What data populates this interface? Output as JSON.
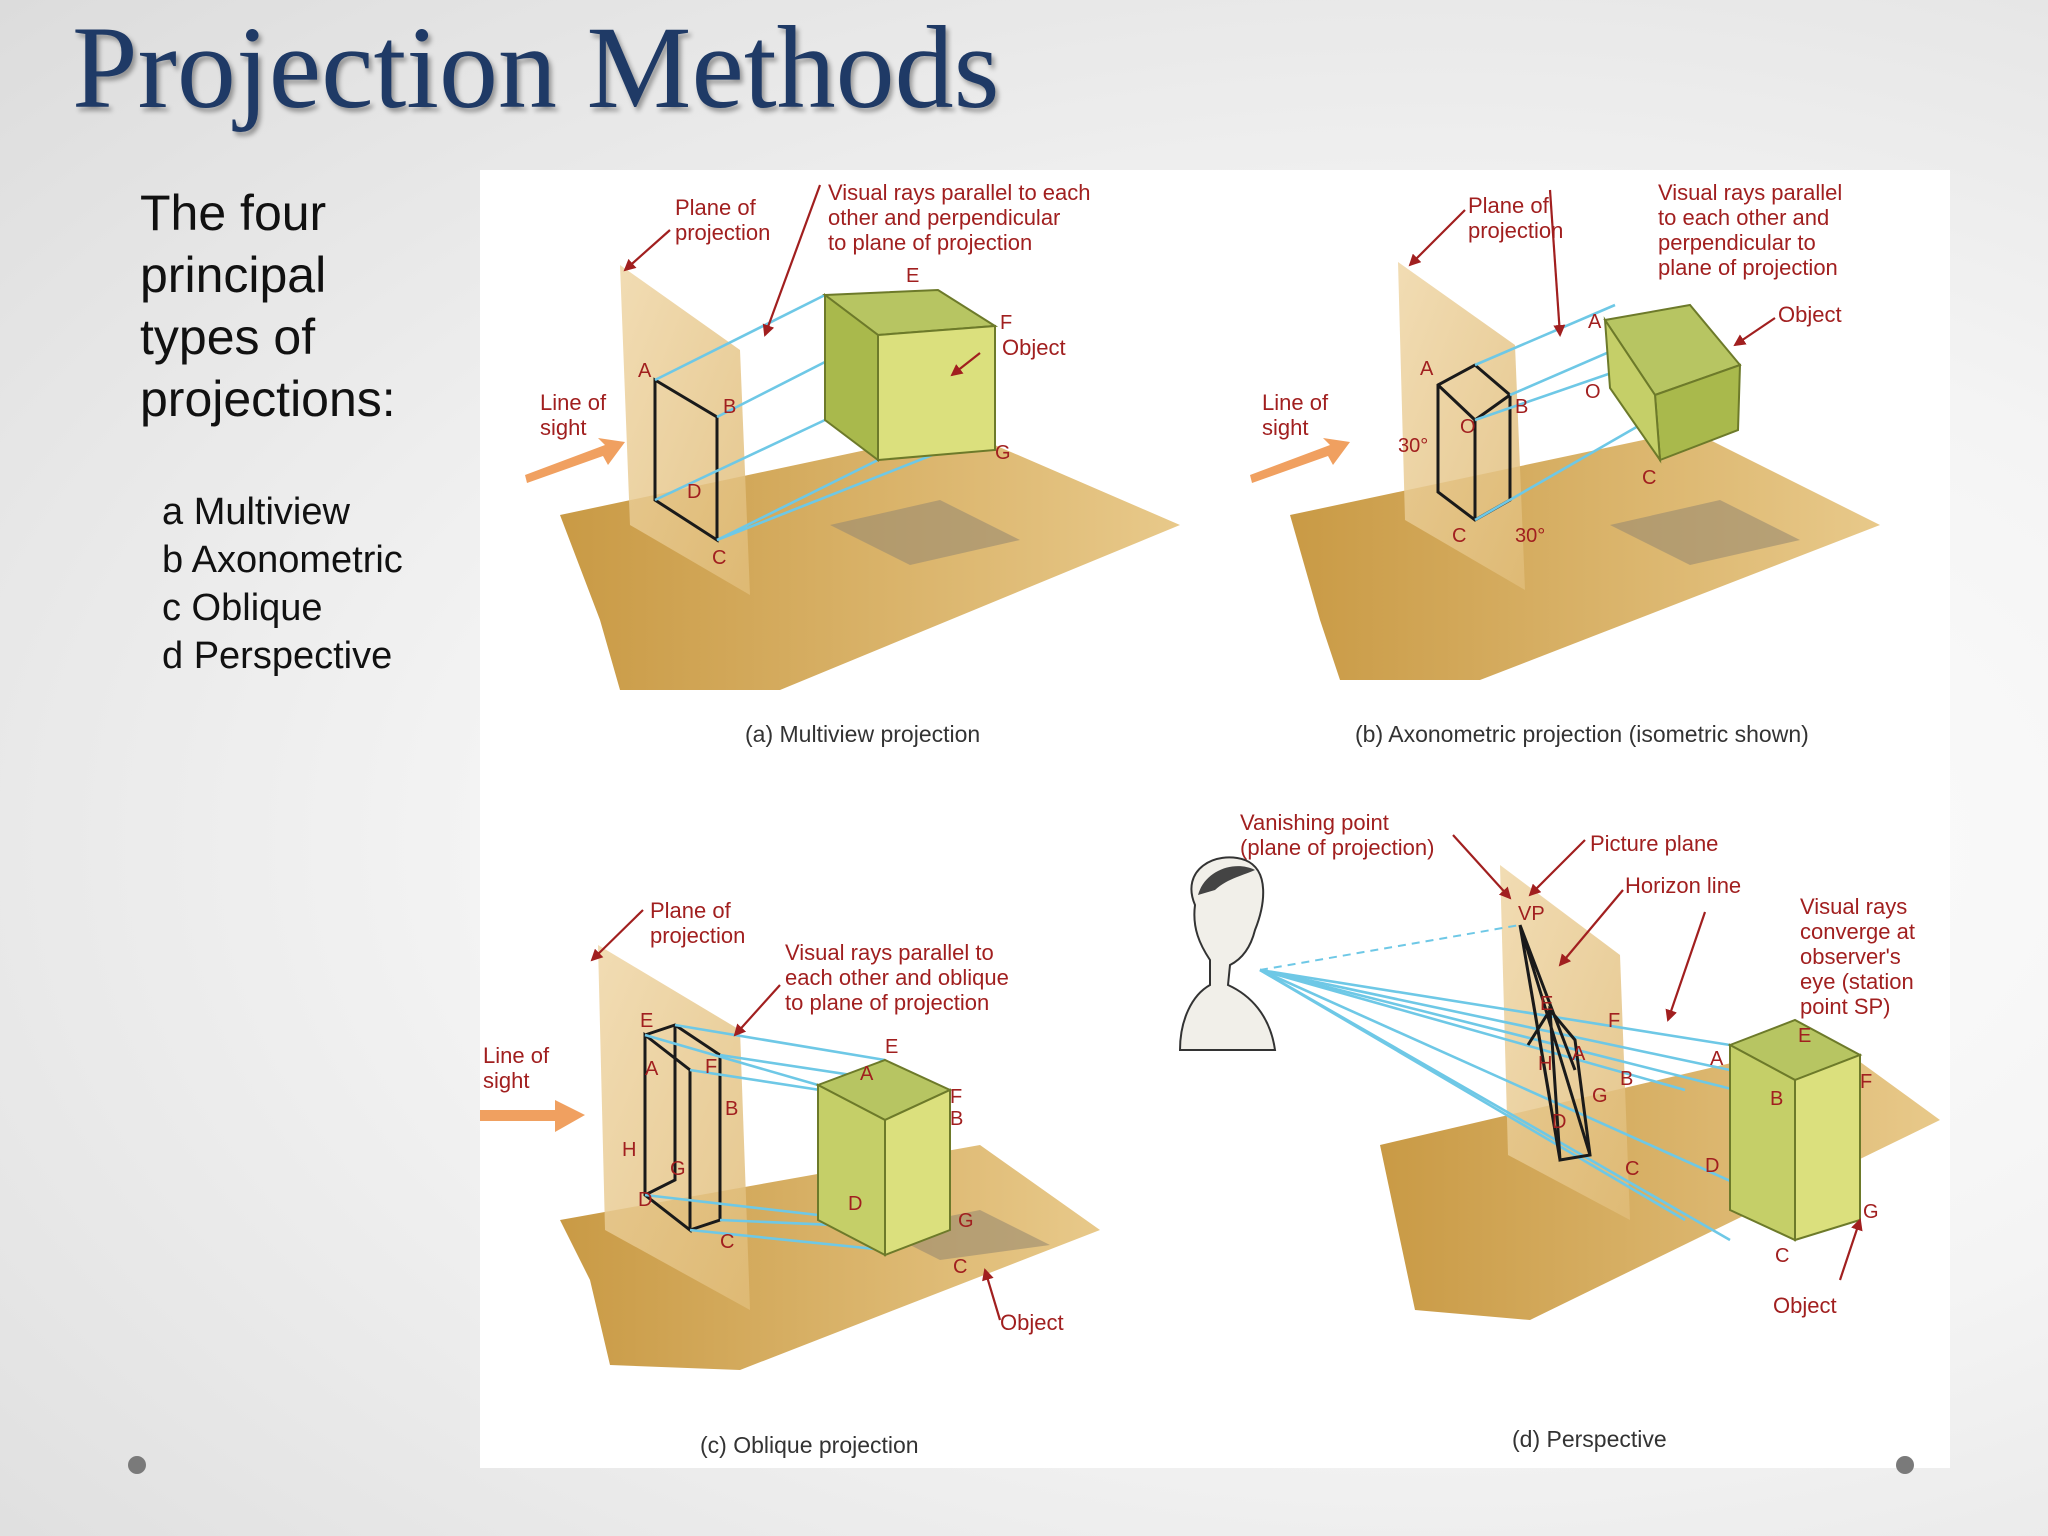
{
  "slide": {
    "title": "Projection Methods",
    "intro_lines": [
      "The four",
      "principal",
      "types of",
      "projections:"
    ],
    "types": [
      "a Multiview",
      "b Axonometric",
      "c Oblique",
      "d Perspective"
    ]
  },
  "colors": {
    "title": "#1f3a66",
    "callout": "#a11f1f",
    "ray": "#6ec8e6",
    "plane": "#e8c98f",
    "ground": "#d4ad5c",
    "cube_top": "#b7c562",
    "cube_front": "#dbe07d",
    "cube_side": "#a9b94c",
    "arrow": "#f0a060"
  },
  "panels": {
    "a": {
      "caption": "(a) Multiview projection",
      "plane_label": [
        "Plane of",
        "projection"
      ],
      "rays_label": [
        "Visual rays parallel to each",
        "other and perpendicular",
        "to plane of projection"
      ],
      "object_label": "Object",
      "line_of_sight": [
        "Line of",
        "sight"
      ],
      "points": [
        "A",
        "B",
        "C",
        "D",
        "E",
        "F",
        "G"
      ]
    },
    "b": {
      "caption": "(b) Axonometric projection (isometric shown)",
      "plane_label": [
        "Plane of",
        "projection"
      ],
      "rays_label": [
        "Visual rays parallel",
        "to each other and",
        "perpendicular to",
        "plane of projection"
      ],
      "object_label": "Object",
      "line_of_sight": [
        "Line of",
        "sight"
      ],
      "angle": "30°",
      "points": [
        "A",
        "B",
        "C",
        "O"
      ]
    },
    "c": {
      "caption": "(c) Oblique projection",
      "plane_label": [
        "Plane of",
        "projection"
      ],
      "rays_label": [
        "Visual rays parallel to",
        "each other and oblique",
        "to plane of projection"
      ],
      "object_label": "Object",
      "line_of_sight": [
        "Line of",
        "sight"
      ],
      "points": [
        "A",
        "B",
        "C",
        "D",
        "E",
        "F",
        "G",
        "H"
      ]
    },
    "d": {
      "caption": "(d) Perspective",
      "vanishing_label": [
        "Vanishing point",
        "(plane of projection)"
      ],
      "picture_plane": "Picture plane",
      "horizon_line": "Horizon line",
      "rays_label": [
        "Visual rays",
        "converge at",
        "observer's",
        "eye (station",
        "point SP)"
      ],
      "object_label": "Object",
      "vp": "VP",
      "points": [
        "A",
        "B",
        "C",
        "D",
        "E",
        "F",
        "G",
        "H"
      ]
    }
  }
}
